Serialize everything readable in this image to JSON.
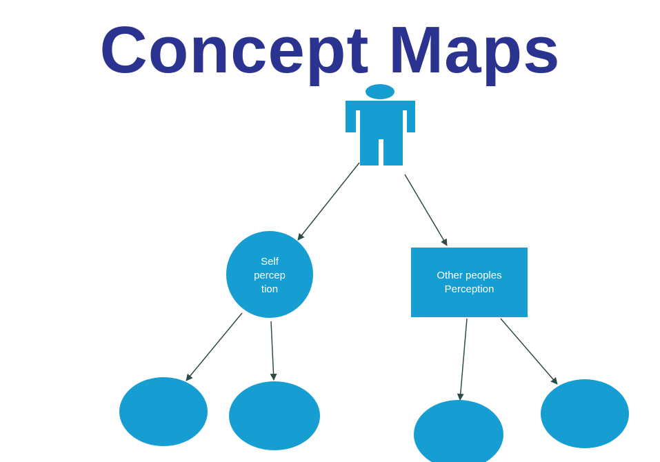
{
  "title": "Concept Maps",
  "nodes": {
    "root": {
      "shape": "person-icon"
    },
    "self": {
      "label_lines": [
        "Self",
        "percep",
        "tion"
      ]
    },
    "others": {
      "label_lines": [
        "Other peoples",
        "Perception"
      ]
    },
    "leaves": [
      "",
      "",
      "",
      ""
    ]
  },
  "colors": {
    "title": "#2b3390",
    "node": "#169ed3",
    "arrow": "#2f4a47"
  }
}
